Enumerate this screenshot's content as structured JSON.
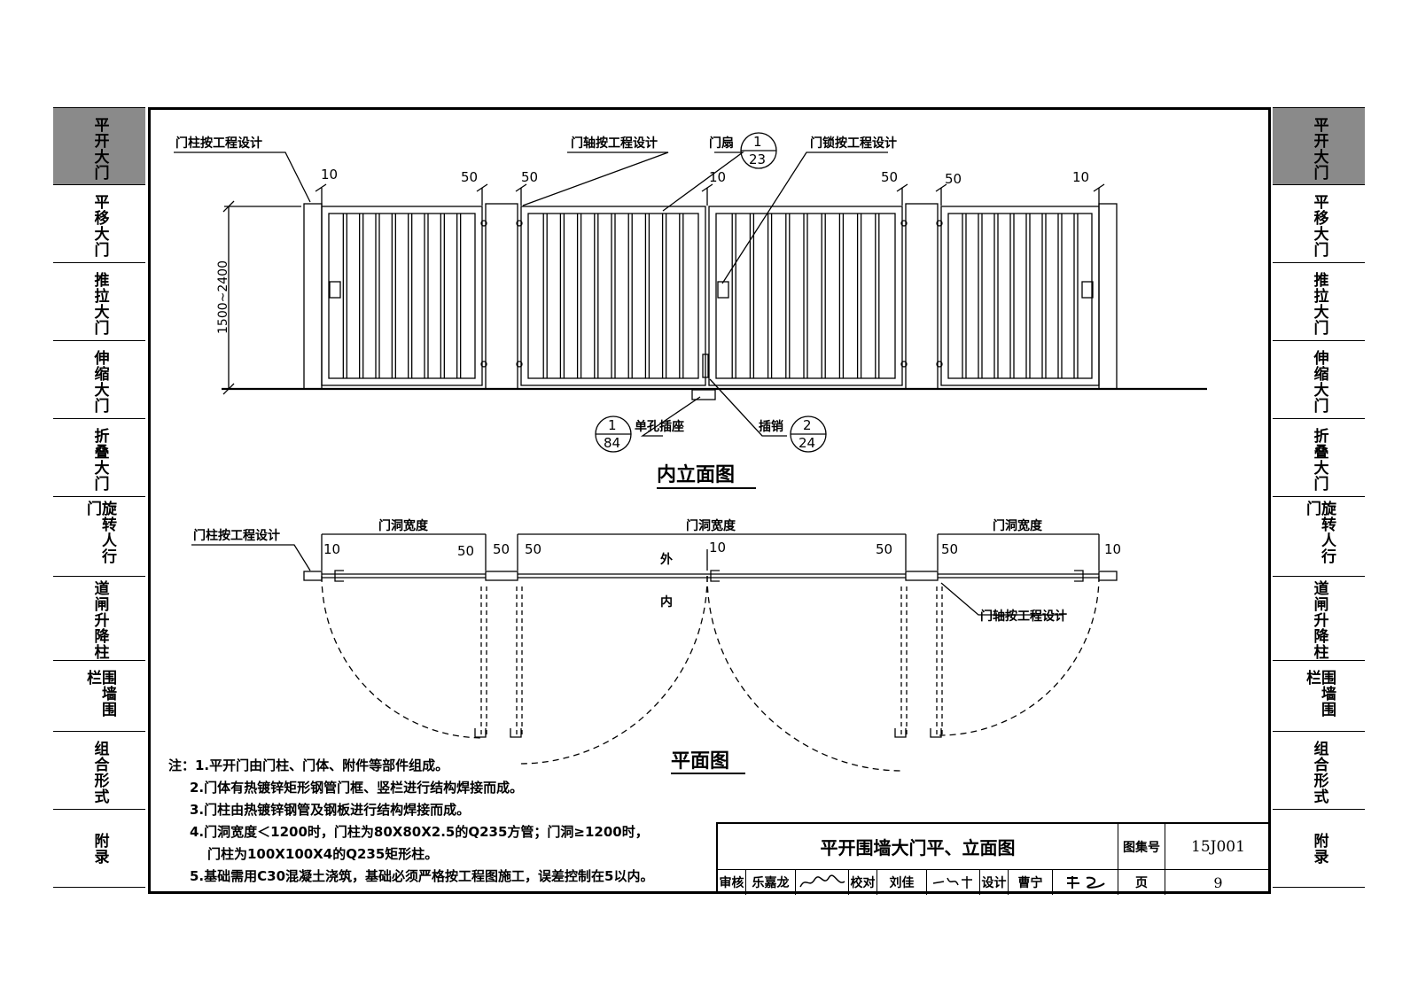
{
  "left_tabs": [
    "平开大门",
    "平移大门",
    "推拉大门",
    "伸缩大门",
    "折叠大门",
    "旋转人行门",
    "道闸升降柱",
    "围墙围栏",
    "组合形式",
    "附录"
  ],
  "right_tabs": [
    "平开大门",
    "平移大门",
    "推拉大门",
    "伸缩大门",
    "折叠大门",
    "旋转人行门",
    "道闸升降柱",
    "围墙围栏",
    "组合形式",
    "附录"
  ],
  "elevation": {
    "title": "内立面图",
    "post_label": "门柱按工程设计",
    "hinge_label": "门轴按工程设计",
    "leaf_label": "门扇",
    "leaf_ref_num": "1",
    "leaf_ref_page": "23",
    "lock_label": "门锁按工程设计",
    "height_dim": "1500~2400",
    "socket_label": "单孔插座",
    "socket_ref_num": "1",
    "socket_ref_page": "84",
    "bolt_label": "插销",
    "bolt_ref_num": "2",
    "bolt_ref_page": "24",
    "dims": [
      "10",
      "50",
      "50",
      "10",
      "50",
      "50",
      "10"
    ]
  },
  "plan": {
    "title": "平面图",
    "post_label": "门柱按工程设计",
    "hinge_label": "门轴按工程设计",
    "opening_width": "门洞宽度",
    "outside": "外",
    "inside": "内",
    "dims": [
      "10",
      "50",
      "50",
      "50",
      "10",
      "50",
      "50",
      "10"
    ]
  },
  "notes": [
    "注：1.平开门由门柱、门体、附件等部件组成。",
    "2.门体有热镀锌矩形钢管门框、竖栏进行结构焊接而成。",
    "3.门柱由热镀锌钢管及钢板进行结构焊接而成。",
    "4.门洞宽度＜1200时，门柱为80X80X2.5的Q235方管；门洞≥1200时，",
    "门柱为100X100X4的Q235矩形柱。",
    "5.基础需用C30混凝土浇筑，基础必须严格按工程图施工，误差控制在5以内。"
  ],
  "title_block": {
    "drawing_title": "平开围墙大门平、立面图",
    "atlas_label": "图集号",
    "atlas_no": "15J001",
    "review_label": "审核",
    "reviewer": "乐嘉龙",
    "check_label": "校对",
    "checker": "刘佳",
    "design_label": "设计",
    "designer": "曹宁",
    "page_label": "页",
    "page_no": "9"
  }
}
